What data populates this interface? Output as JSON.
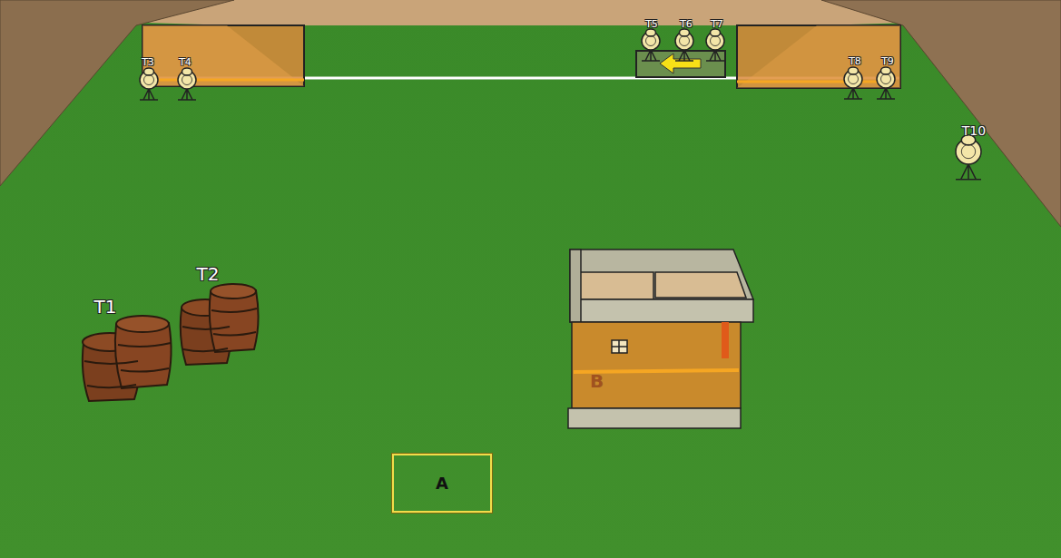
{
  "diagram": {
    "nodes": [
      {
        "text": [
          "A"
        ]
      },
      {
        "text": [
          "B"
        ]
      }
    ],
    "labels": [
      "T1",
      "T2",
      "T3",
      "T4",
      "T5",
      "T6",
      "T7",
      "T8",
      "T9",
      "T10"
    ]
  }
}
